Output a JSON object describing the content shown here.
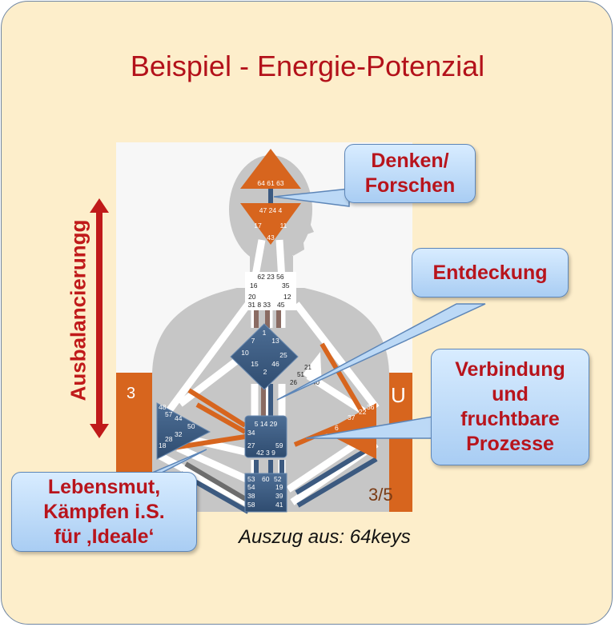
{
  "title": "Beispiel - Energie-Potenzial",
  "vertical_label": "Ausbalancierungg",
  "callouts": {
    "denken": "Denken/\nForschen",
    "entdeckung": "Entdeckung",
    "verbindung": "Verbindung\nund\nfruchtbare\nProzesse",
    "lebensmut": "Lebensmut,\nKämpfen i.S.\nfür ‚Ideale‘"
  },
  "caption": "Auszug aus: 64keys",
  "bodygraph": {
    "left_number": "3",
    "right_letter": "U",
    "profile": "3/5",
    "gates": {
      "head": [
        "64",
        "61",
        "63"
      ],
      "ajna_top": [
        "47",
        "24",
        "4"
      ],
      "ajna_mid": [
        "17",
        "11"
      ],
      "ajna_bottom": "43",
      "throat_top": [
        "62",
        "23",
        "56"
      ],
      "throat_side": [
        "16",
        "35"
      ],
      "throat_mid": [
        "20",
        "12"
      ],
      "throat_low_right": "45",
      "throat_bottom": [
        "31",
        "8",
        "33"
      ],
      "g_center": [
        "1",
        "7",
        "13",
        "10",
        "25",
        "15",
        "46",
        "2"
      ],
      "ego": [
        "21",
        "51",
        "26",
        "40"
      ],
      "spleen": [
        "48",
        "57",
        "44",
        "50",
        "32",
        "28",
        "18"
      ],
      "sacral": [
        "5",
        "14",
        "29",
        "34",
        "27",
        "59",
        "42",
        "3",
        "9"
      ],
      "solar_plexus": [
        "6",
        "37",
        "22",
        "36"
      ],
      "root_left": [
        "53",
        "54",
        "38",
        "58"
      ],
      "root_mid": "60",
      "root_right": [
        "52",
        "19",
        "39",
        "41"
      ]
    }
  },
  "colors": {
    "defined_orange": "#d7651e",
    "defined_blue": "#3c5a80",
    "title_red": "#b3111a",
    "callout_text": "#b8141c",
    "arrow_red": "#c01a1a"
  }
}
